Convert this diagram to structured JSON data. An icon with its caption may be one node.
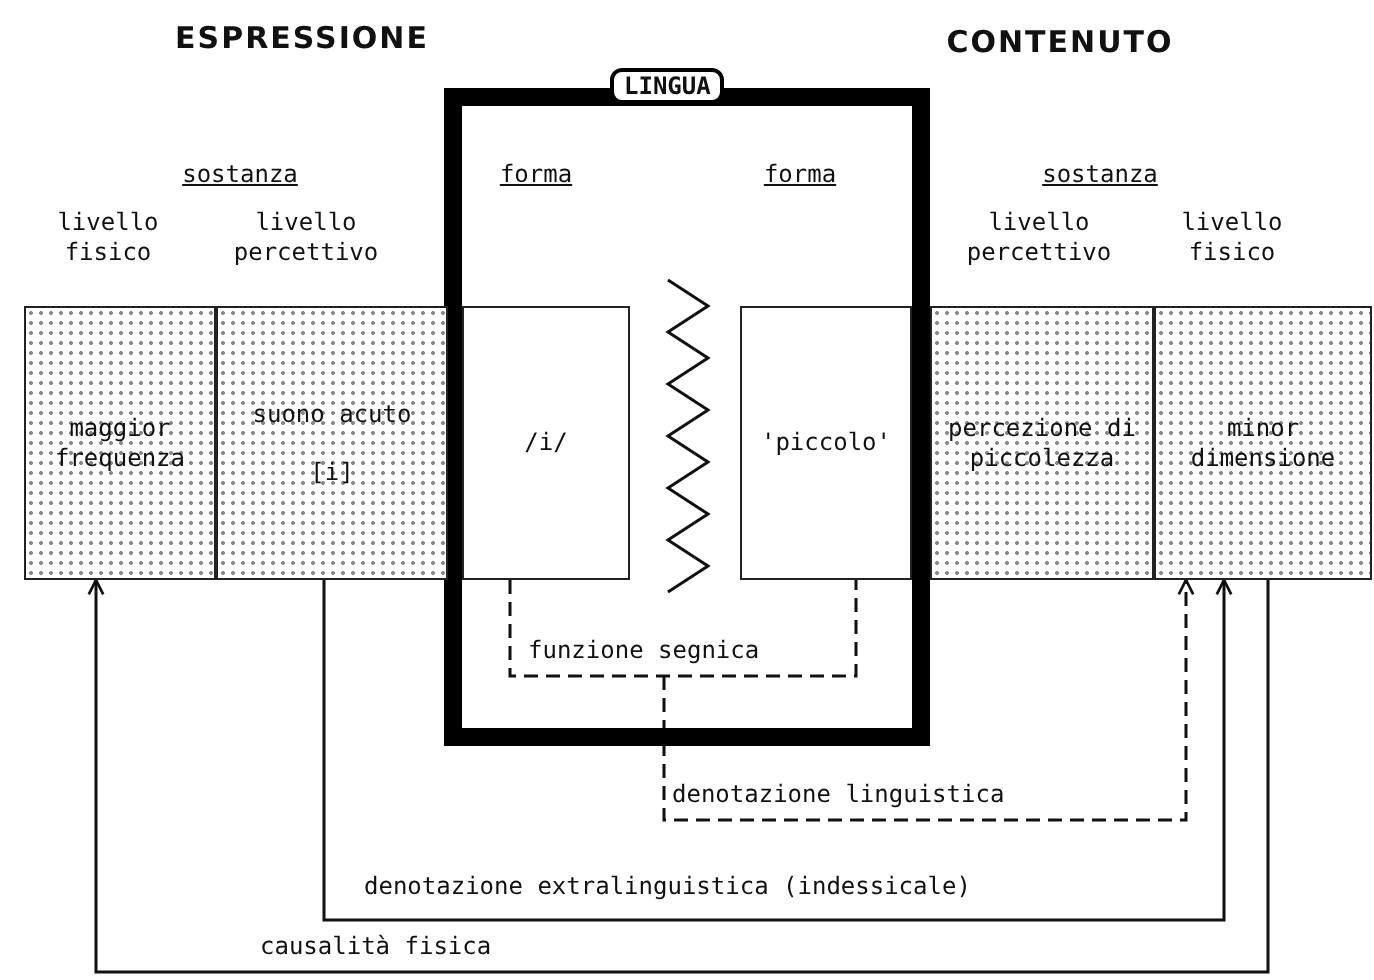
{
  "diagram": {
    "nodes": [
      {
        "text": [
          "LINGUA"
        ]
      },
      {
        "text": [
          "maggior frequenza"
        ]
      },
      {
        "text": [
          "suono acuto",
          "[i]"
        ]
      },
      {
        "text": [
          "/i/"
        ],
        "in": 0
      },
      {
        "text": [
          "'piccolo'"
        ],
        "in": 0
      },
      {
        "text": [
          "percezione di piccolezza"
        ]
      },
      {
        "text": [
          "minor dimensione"
        ]
      }
    ],
    "edges": [
      {
        "from": 3,
        "to": 4,
        "arrow": "none",
        "label": "funzione segnica",
        "style": "dashed"
      },
      {
        "from": null,
        "to": 6,
        "arrow": "to",
        "label": "denotazione linguistica",
        "style": "dashed"
      },
      {
        "from": 2,
        "to": 6,
        "arrow": "to",
        "label": "denotazione extralinguistica (indessicale)"
      },
      {
        "from": 6,
        "to": 1,
        "arrow": "to",
        "label": "causalità fisica"
      }
    ],
    "labels": [
      "ESPRESSIONE",
      "CONTENUTO",
      "sostanza",
      "livello fisico",
      "livello percettivo",
      "forma",
      "forma",
      "sostanza",
      "livello percettivo",
      "livello fisico"
    ]
  }
}
